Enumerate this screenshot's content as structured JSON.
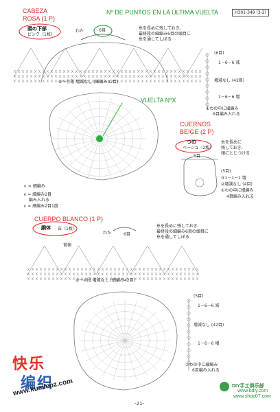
{
  "header": {
    "code": "H301-349 (3-2)"
  },
  "head": {
    "label_es_1": "CABEZA",
    "label_es_2": "ROSA (1 P)",
    "title_jp": "頭の下部",
    "color_jp": "ピンク（1枚）",
    "wata": "わた",
    "rows_label": "6目",
    "note_1": "糸を長めに残しておき、",
    "note_2": "最終段の細編み6目の頭目に",
    "note_3": "糸を通してしぼる",
    "row6": "(6目)",
    "row_dec": "1－6－6 減",
    "row_nochange": "増減なし (42目)",
    "row_inc": "1－6－6 増",
    "ring_1": "①わの中に細編み",
    "ring_2": "6目編み入れる",
    "center_note": "⑥～⑪段 増減なし (細編み42目)"
  },
  "annotations": {
    "last_round_es": "Nº DE PUNTOS EN LA ÚLTIMA VUELTA",
    "round_es": "VUELTA NºX"
  },
  "horns": {
    "label_es_1": "CUERNOS",
    "label_es_2": "BEIGE (2 P)",
    "title_jp": "つの",
    "color_jp": "ベージュ（2枚）",
    "rows_label": "5目",
    "note_1": "糸を長めに",
    "note_2": "残しておき、",
    "note_3": "頭にとじつける",
    "row5": "(5目)",
    "row3": "③1－1－1 増",
    "row2": "②増減なし (4目)",
    "row1a": "①わの中に細編み",
    "row1b": "4目編み入れる"
  },
  "legend": {
    "x": "× = 細編み",
    "v1": "∨ = 細編み2目",
    "v2": "　 編み入れる",
    "a": "∧ = 細編み2目1度"
  },
  "body": {
    "label_es": "CUERPO BLANCO (1 P)",
    "title_jp": "胴体",
    "color_jp": "白（1枚）",
    "wata": "わた",
    "rows_label": "6目",
    "note_1": "糸を長めに残しておき、",
    "note_2": "最終段の細編み6目の頭目に",
    "note_3": "糸を通してしぼる",
    "neck": "首側",
    "center_note": "⑥～⑩段 増減なし (細編み42目)",
    "row5": "(5目)",
    "row_dec": "1－6－6 減",
    "row_nochange": "増減なし (42目)",
    "row_inc": "1－6－6 増",
    "ring_1": "①わの中に細編み",
    "ring_2": "6目編み入れる"
  },
  "footer": {
    "page": "-21-"
  },
  "watermark": {
    "cn_1": "快乐",
    "cn_2": "编织",
    "url": "www.kuailebz.com",
    "right_1": "DIY手工俱乐部",
    "right_2": "www.bdiy.com",
    "right_3": "www.shop07.com"
  },
  "colors": {
    "annotation_red": "#e0312b",
    "annotation_green": "#1c9a2a",
    "marker_green": "#27b33a"
  }
}
